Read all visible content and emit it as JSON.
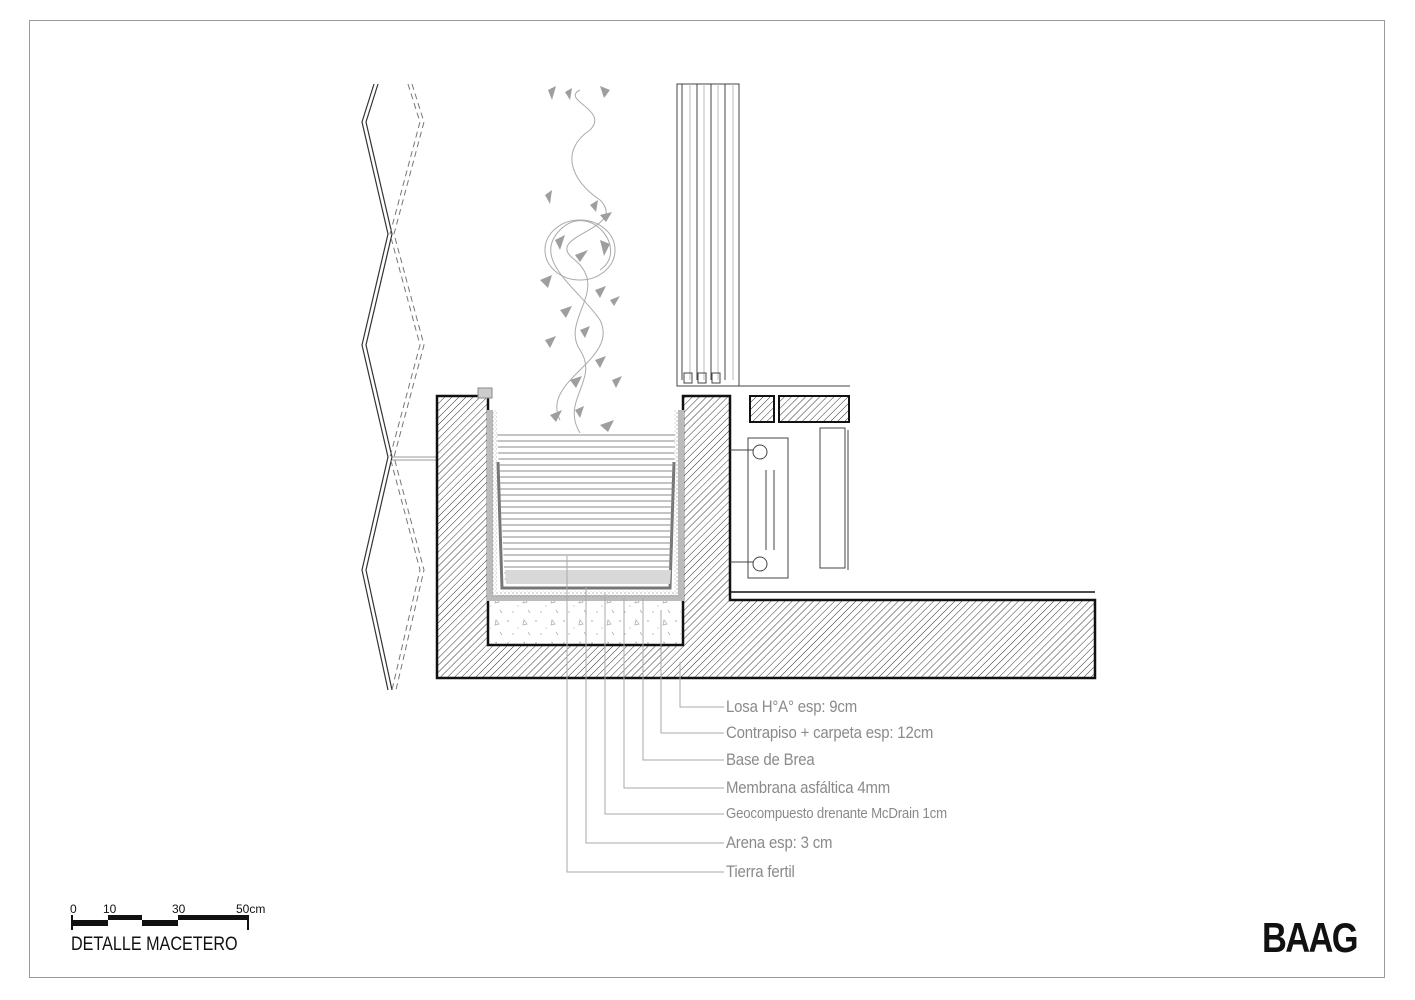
{
  "drawing": {
    "title": "DETALLE MACETERO",
    "logo": "BAAG",
    "scale_bar": {
      "ticks": [
        "0",
        "10",
        "30",
        "50cm"
      ]
    },
    "layers_legend": [
      {
        "label": "Losa  H°A° esp: 9cm"
      },
      {
        "label": "Contrapiso + carpeta esp: 12cm"
      },
      {
        "label": "Base de Brea"
      },
      {
        "label": "Membrana asfáltica 4mm"
      },
      {
        "label": "Geocompuesto drenante McDrain 1cm"
      },
      {
        "label": "Arena esp: 3 cm"
      },
      {
        "label": "Tierra fertil"
      }
    ],
    "colors": {
      "line": "#111111",
      "leader": "#9a9a9a",
      "label_text": "#8a8a8a",
      "foliage": "#9e9e9e"
    }
  }
}
